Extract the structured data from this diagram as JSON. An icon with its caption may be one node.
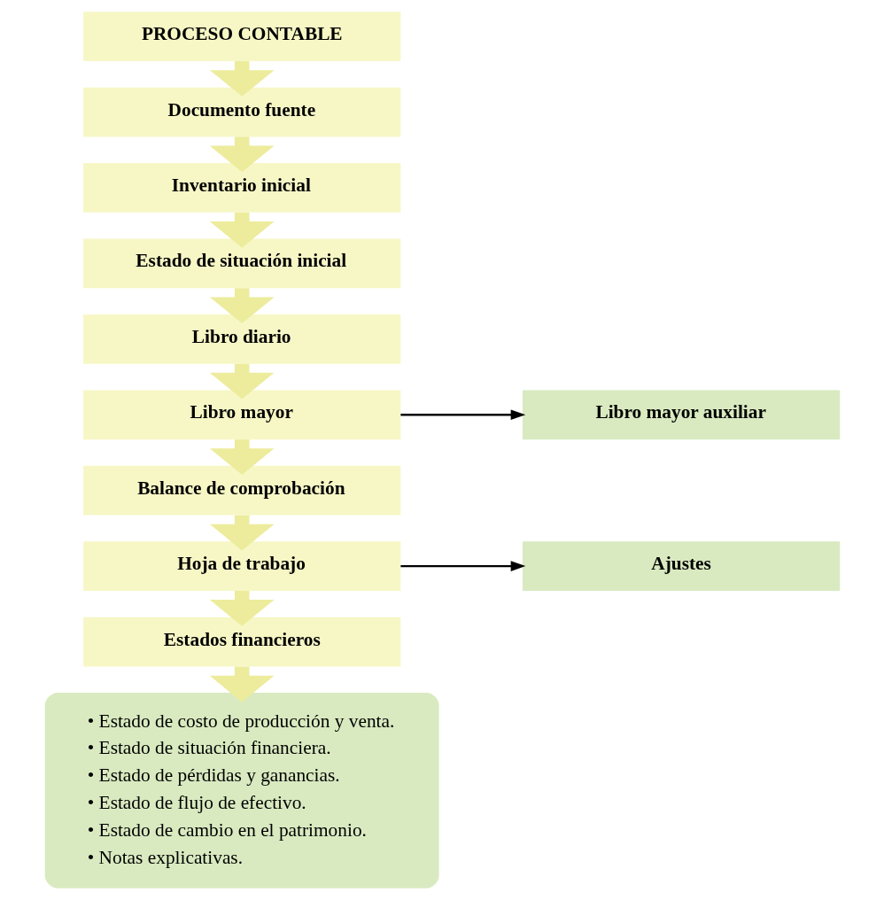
{
  "diagram": {
    "nodes": [
      {
        "text": [
          "PROCESO CONTABLE"
        ]
      },
      {
        "text": [
          "Documento fuente"
        ]
      },
      {
        "text": [
          "Inventario inicial"
        ]
      },
      {
        "text": [
          "Estado de situación inicial"
        ]
      },
      {
        "text": [
          "Libro diario"
        ]
      },
      {
        "text": [
          "Libro mayor"
        ]
      },
      {
        "text": [
          "Libro mayor auxiliar"
        ]
      },
      {
        "text": [
          "Balance de comprobación"
        ]
      },
      {
        "text": [
          "Hoja de trabajo"
        ]
      },
      {
        "text": [
          "Ajustes"
        ]
      },
      {
        "text": [
          "Estados financieros"
        ]
      },
      {
        "text": [
          "• Estado de costo de producción y venta.",
          "• Estado de situación financiera.",
          "• Estado de pérdidas y ganancias.",
          "• Estado de flujo de efectivo.",
          "• Estado de cambio en el patrimonio.",
          "• Notas explicativas."
        ]
      }
    ],
    "edges": [
      {
        "from": 0,
        "to": 1,
        "arrow": "to"
      },
      {
        "from": 1,
        "to": 2,
        "arrow": "to"
      },
      {
        "from": 2,
        "to": 3,
        "arrow": "to"
      },
      {
        "from": 3,
        "to": 4,
        "arrow": "to"
      },
      {
        "from": 4,
        "to": 5,
        "arrow": "to"
      },
      {
        "from": 5,
        "to": 6,
        "arrow": "to",
        "color": "#000000"
      },
      {
        "from": 5,
        "to": 7,
        "arrow": "to"
      },
      {
        "from": 7,
        "to": 8,
        "arrow": "to"
      },
      {
        "from": 8,
        "to": 9,
        "arrow": "to",
        "color": "#000000"
      },
      {
        "from": 8,
        "to": 10,
        "arrow": "to"
      },
      {
        "from": 10,
        "to": 11,
        "arrow": "to"
      }
    ]
  }
}
